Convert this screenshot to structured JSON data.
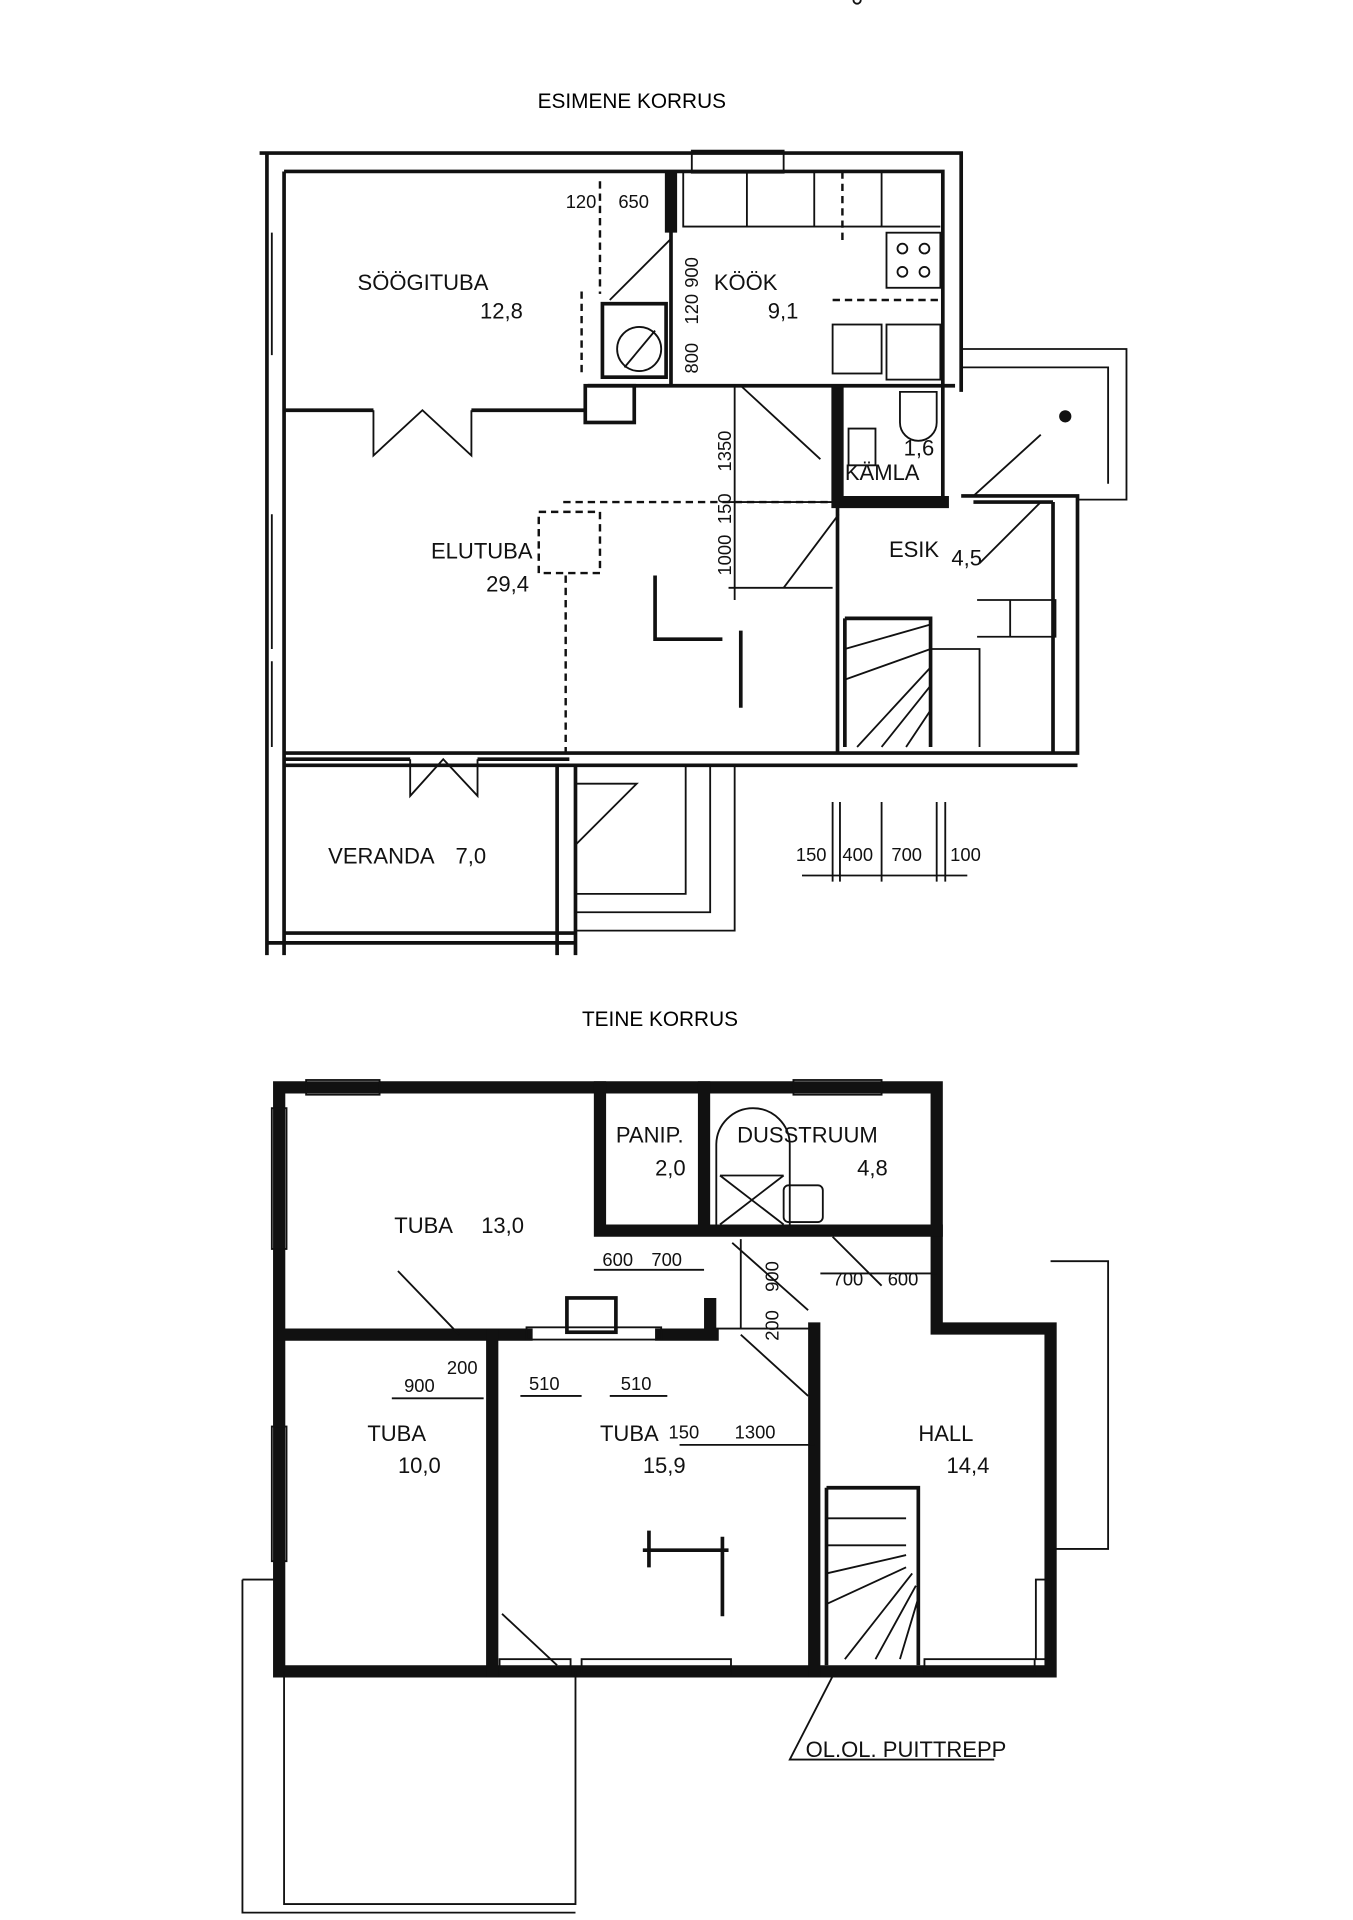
{
  "floors": [
    {
      "title": "ESIMENE KORRUS",
      "rooms": [
        {
          "name": "SÖÖGITUBA",
          "area": "12,8"
        },
        {
          "name": "KÖÖK",
          "area": "9,1"
        },
        {
          "name": "KÄMLA",
          "area": "1,6"
        },
        {
          "name": "ELUTUBA",
          "area": "29,4"
        },
        {
          "name": "ESIK",
          "area": "4,5"
        },
        {
          "name": "VERANDA",
          "area": "7,0"
        }
      ],
      "dimensions": [
        "120",
        "650",
        "900",
        "120",
        "800",
        "1350",
        "150",
        "1000",
        "150",
        "400",
        "700",
        "100"
      ]
    },
    {
      "title": "TEINE KORRUS",
      "rooms": [
        {
          "name": "PANIP.",
          "area": "2,0"
        },
        {
          "name": "DUSSTRUUM",
          "area": "4,8"
        },
        {
          "name": "TUBA",
          "area": "13,0"
        },
        {
          "name": "TUBA",
          "area": "10,0"
        },
        {
          "name": "TUBA",
          "area": "15,9"
        },
        {
          "name": "HALL",
          "area": "14,4"
        }
      ],
      "dimensions": [
        "600",
        "700",
        "900",
        "700",
        "600",
        "200",
        "900",
        "200",
        "510",
        "510",
        "150",
        "1300"
      ],
      "annotation": "OL.OL. PUITTREPP"
    }
  ]
}
